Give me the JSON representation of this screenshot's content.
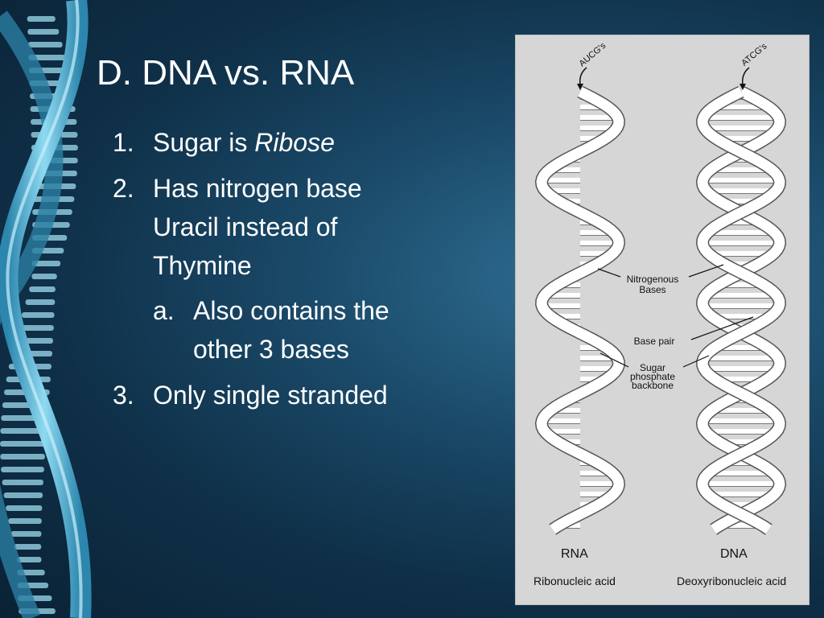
{
  "slide": {
    "title": "D. DNA vs. RNA",
    "items": [
      {
        "num": "1.",
        "text_plain": "Sugar is ",
        "text_italic": "Ribose"
      },
      {
        "num": "2.",
        "lines": [
          "Has nitrogen base",
          "Uracil instead of",
          "Thymine"
        ]
      },
      {
        "num": "3.",
        "text": "Only single stranded"
      }
    ],
    "subitem": {
      "num": "a.",
      "lines": [
        "Also contains the",
        "other 3 bases"
      ]
    }
  },
  "figure": {
    "rna_tag": "AUCG's",
    "dna_tag": "ATCG's",
    "label_nitrogenous": [
      "Nitrogenous",
      "Bases"
    ],
    "label_base_pair": "Base pair",
    "label_sugar": [
      "Sugar",
      "phosphate",
      "backbone"
    ],
    "rna_title": "RNA",
    "dna_title": "DNA",
    "rna_subtitle": "Ribonucleic acid",
    "dna_subtitle": "Deoxyribonucleic acid"
  },
  "colors": {
    "background": "#1a4968",
    "helix_decor": "#6ec6e6",
    "figure_bg": "#d6d6d6"
  }
}
